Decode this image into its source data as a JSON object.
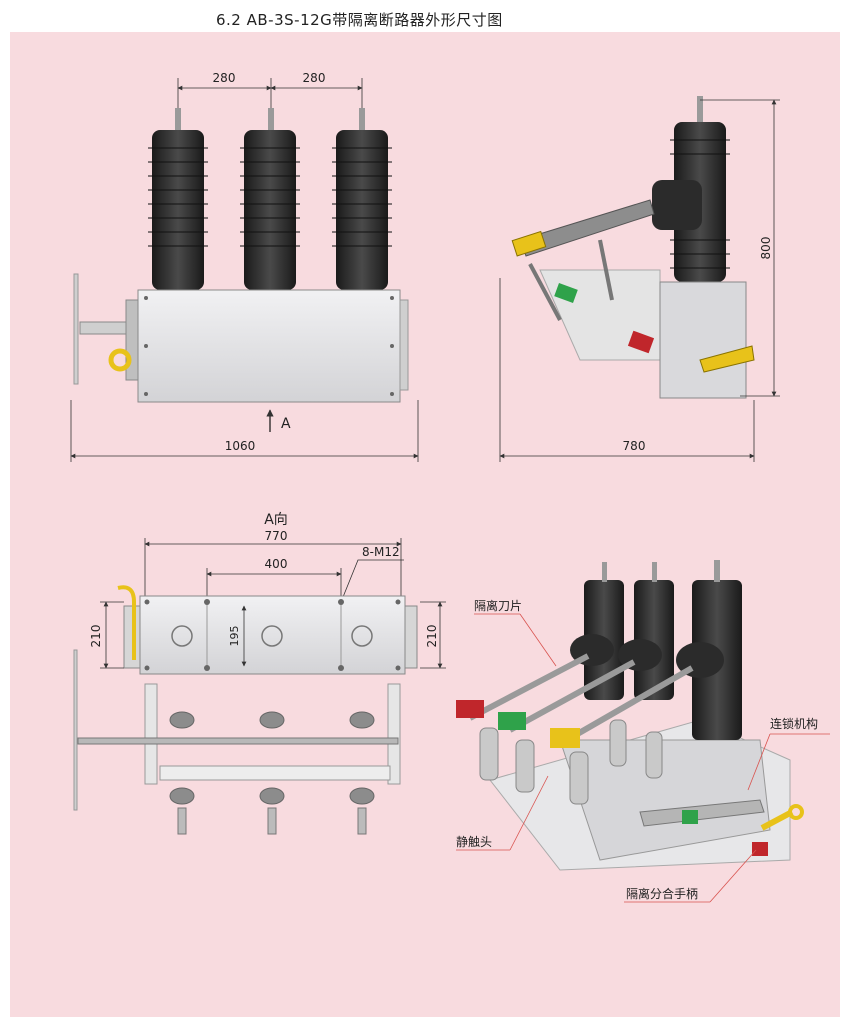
{
  "title": "6.2 AB-3S-12G带隔离断路器外形尺寸图",
  "front_view": {
    "dim_spacing_left": "280",
    "dim_spacing_right": "280",
    "dim_width": "1060",
    "arrow_label": "A"
  },
  "side_view": {
    "dim_height": "800",
    "dim_depth": "780"
  },
  "bottom_view": {
    "heading": "A向",
    "dim_overall": "770",
    "dim_bolt_spacing": "400",
    "dim_bolt_label": "8-M12",
    "dim_left_height": "210",
    "dim_right_height": "210",
    "dim_inner_height": "195"
  },
  "iso_view": {
    "callout_blade": "隔离刀片",
    "callout_interlock": "连锁机构",
    "callout_static_contact": "静触头",
    "callout_handle": "隔离分合手柄"
  },
  "colors": {
    "panel_bg": "#f8dbdf",
    "insulator": "#2b2b2b",
    "housing": "#e2e2e4",
    "leader_red": "#d9534f",
    "tag_yellow": "#e8c21a",
    "tag_green": "#2fa24a",
    "tag_red": "#c0262b"
  }
}
